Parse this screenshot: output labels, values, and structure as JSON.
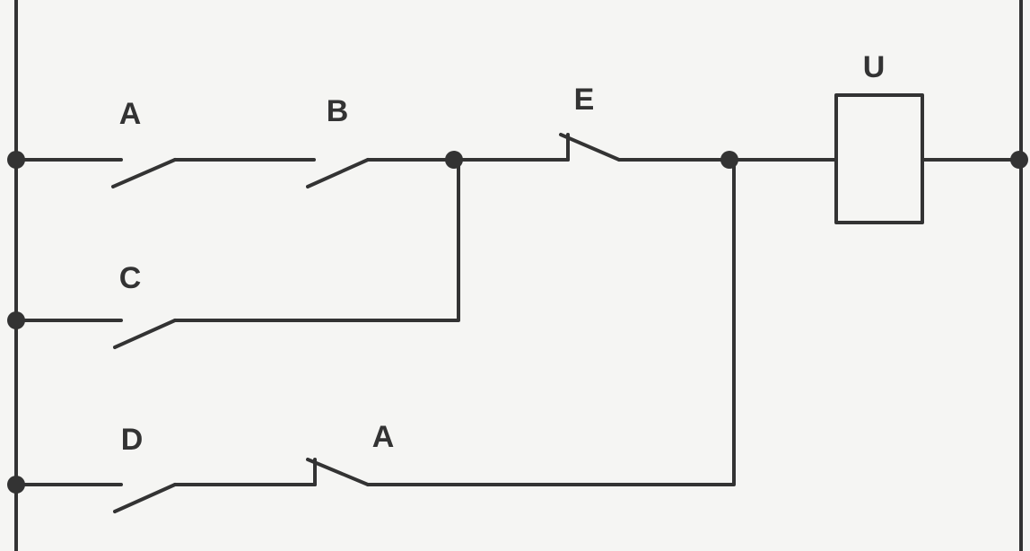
{
  "diagram": {
    "labels": {
      "contact_a_top": "A",
      "contact_b": "B",
      "contact_e": "E",
      "coil_u": "U",
      "contact_c": "C",
      "contact_d": "D",
      "contact_a_bottom": "A"
    }
  }
}
